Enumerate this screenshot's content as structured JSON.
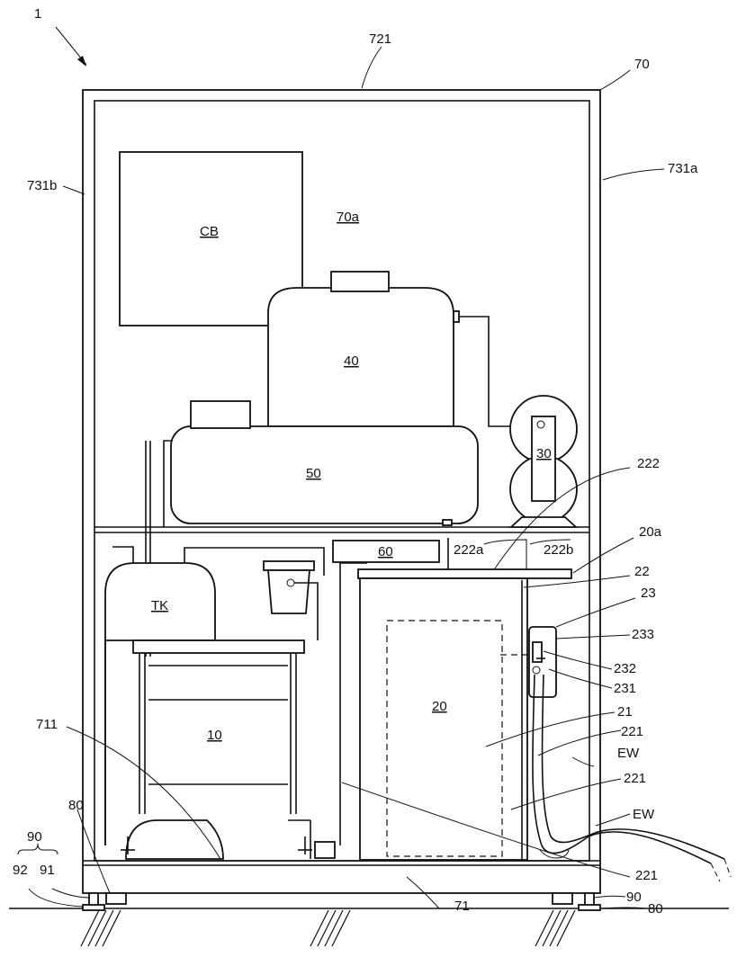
{
  "labels": {
    "fig_ref": "1",
    "l721": "721",
    "l70": "70",
    "l731a": "731a",
    "l731b": "731b",
    "l70a": "70a",
    "cb": "CB",
    "l40": "40",
    "l50": "50",
    "l30": "30",
    "l222": "222",
    "l20a": "20a",
    "l222a": "222a",
    "l222b": "222b",
    "l60": "60",
    "l22": "22",
    "l23": "23",
    "tk": "TK",
    "l233": "233",
    "l232": "232",
    "l231": "231",
    "l20": "20",
    "l21": "21",
    "l221_a": "221",
    "ew_a": "EW",
    "l221_b": "221",
    "ew_b": "EW",
    "l711": "711",
    "l10": "10",
    "l80_left": "80",
    "l90_left": "90",
    "l92": "92",
    "l91": "91",
    "l71": "71",
    "l221_c": "221",
    "l90_right": "90",
    "l80_right": "80"
  }
}
